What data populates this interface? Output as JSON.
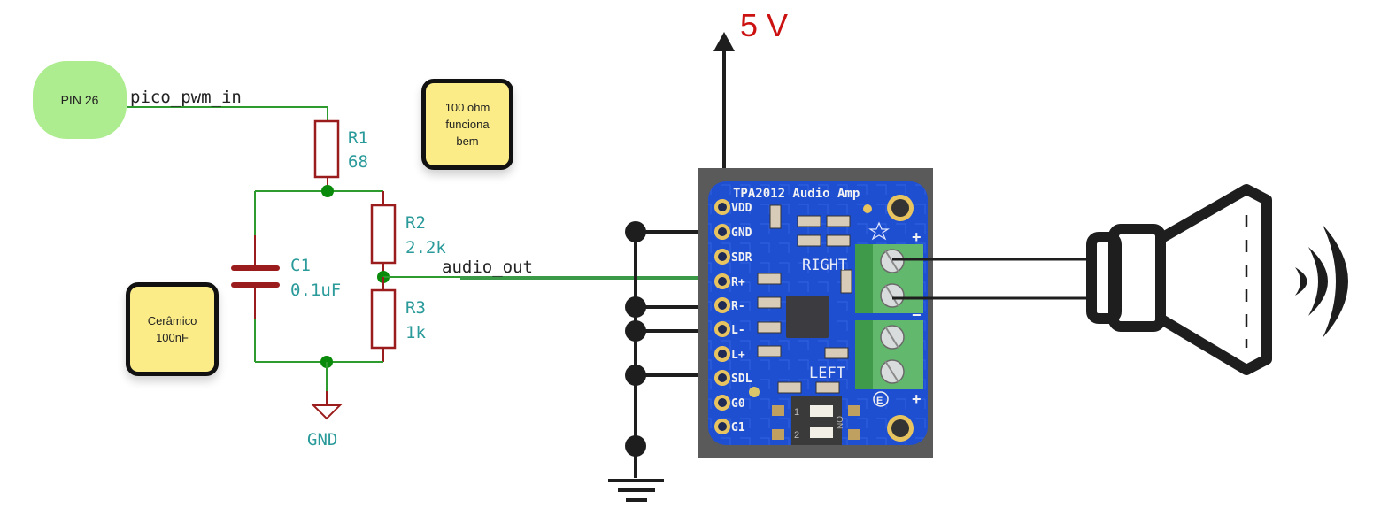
{
  "diagram": {
    "type": "circuit-schematic",
    "pin_label": "PIN 26",
    "nets": {
      "input": "pico_pwm_in",
      "output": "audio_out",
      "ground": "GND",
      "supply": "5 V"
    },
    "components": {
      "r1": {
        "ref": "R1",
        "value": "68"
      },
      "r2": {
        "ref": "R2",
        "value": "2.2k"
      },
      "r3": {
        "ref": "R3",
        "value": "1k"
      },
      "c1": {
        "ref": "C1",
        "value": "0.1uF"
      }
    },
    "notes": {
      "resistor_note": [
        "100 ohm",
        "funciona",
        "bem"
      ],
      "capacitor_note": [
        "Cerâmico",
        "100nF"
      ]
    },
    "amp_board": {
      "title": "TPA2012 Audio Amp",
      "pins": [
        "VDD",
        "GND",
        "SDR",
        "R+",
        "R-",
        "L-",
        "L+",
        "SDL",
        "G0",
        "G1"
      ],
      "channel_labels": {
        "right": "RIGHT",
        "left": "LEFT"
      },
      "polarity": {
        "plus": "+",
        "minus": "−"
      },
      "switch_labels": {
        "one": "1",
        "two": "2",
        "on": "ON"
      },
      "e_mark": "E"
    },
    "colors": {
      "wire_schematic": "#2e9b2e",
      "wire_audio": "#3a9a48",
      "component": "#9b1c1c",
      "label_teal": "#2a9a9a",
      "wire_black": "#1e1e1e",
      "supply_label": "#cc1111",
      "pcb_blue": "#1f4fd1",
      "terminal_green": "#62b86c",
      "note_yellow": "#fbec87",
      "pin_green": "#aeec90"
    }
  }
}
